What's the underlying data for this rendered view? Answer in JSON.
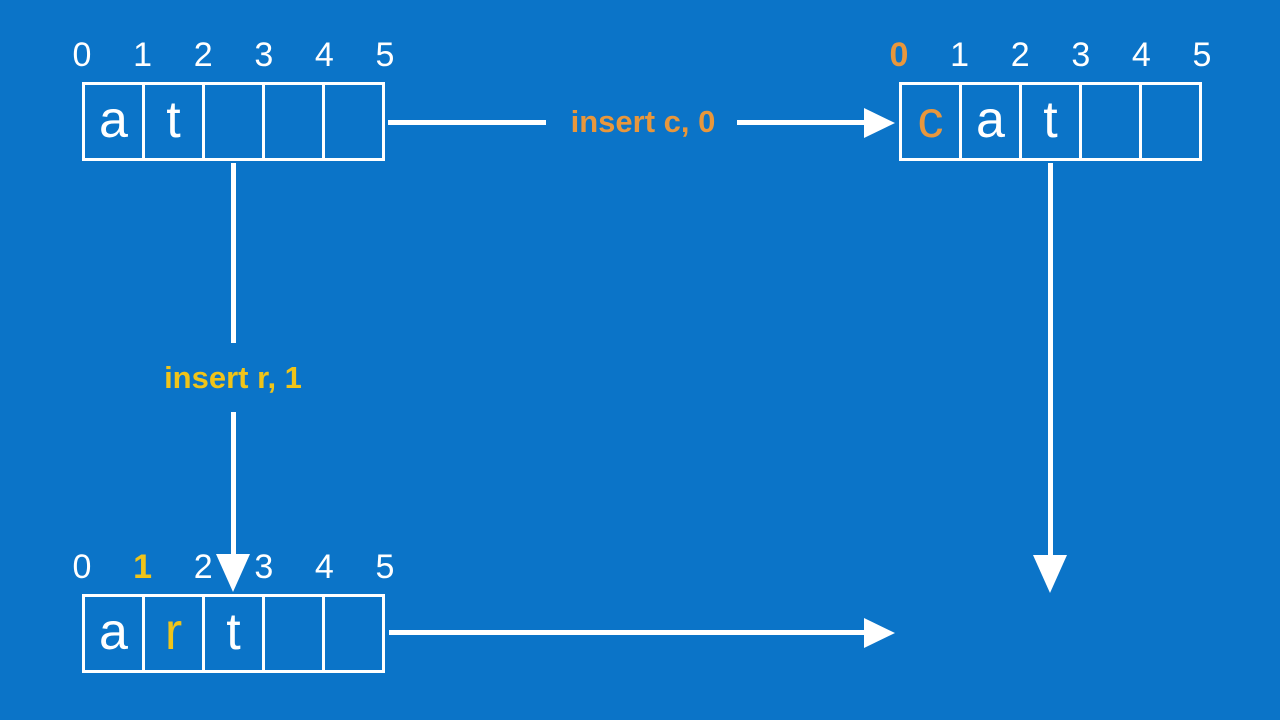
{
  "colors": {
    "background": "#0B74C8",
    "white": "#FFFFFF",
    "orange": "#E8973C",
    "yellow": "#F0C419"
  },
  "arrays": {
    "top_left": {
      "indices": [
        "0",
        "1",
        "2",
        "3",
        "4",
        "5"
      ],
      "cells": [
        "a",
        "t",
        "",
        "",
        ""
      ]
    },
    "top_right": {
      "indices": [
        "0",
        "1",
        "2",
        "3",
        "4",
        "5"
      ],
      "cells": [
        "c",
        "a",
        "t",
        "",
        ""
      ],
      "highlighted_index": "0",
      "highlighted_cell": "c",
      "highlight_color": "#E8973C"
    },
    "bottom_left": {
      "indices": [
        "0",
        "1",
        "2",
        "3",
        "4",
        "5"
      ],
      "cells": [
        "a",
        "r",
        "t",
        "",
        ""
      ],
      "highlighted_index": "1",
      "highlighted_cell": "r",
      "highlight_color": "#F0C419"
    }
  },
  "arrow_labels": {
    "insert_c": "insert c, 0",
    "insert_r": "insert r, 1"
  }
}
